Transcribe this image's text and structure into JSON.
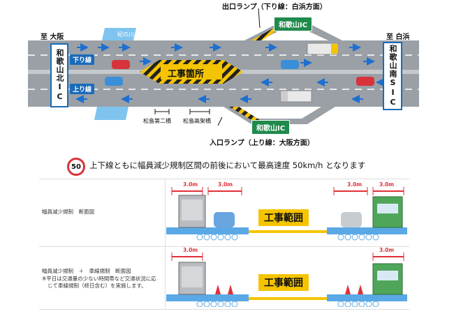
{
  "top": {
    "left_direction": "至 大阪",
    "right_direction": "至 白浜",
    "exit_ramp": "出口ランプ（下り線：白浜方面）",
    "entrance_ramp": "入口ランプ（上り線：大阪方面）",
    "river": "紀の川",
    "left_ic": "和歌山北IC",
    "right_ic": "和歌山南SIC",
    "ramp_ic_top": "和歌山IC",
    "ramp_ic_bottom": "和歌山IC",
    "down_line": "下り線",
    "up_line": "上り線",
    "construction": "工事箇所",
    "bridge1": "松島第二橋",
    "bridge2": "松島高架橋"
  },
  "speed": {
    "limit": "50",
    "note": "上下線ともに幅員減少規制区間の前後において最高速度 50km/h となります"
  },
  "section1": {
    "label": "幅員減少規制　断面図",
    "w1": "3.0m",
    "w2": "3.0m",
    "w3": "3.0m",
    "w4": "3.0m",
    "zone": "工事範囲"
  },
  "section2": {
    "label": "幅員減少規制　＋　車線規制　断面図",
    "note1": "※平日は交通量の少ない時間帯など交通状況に応",
    "note2": "じて車線規制（終日含む）を実施します。",
    "w1": "3.0m",
    "w2": "3.0m",
    "zone": "工事範囲"
  },
  "colors": {
    "road": "#9aa0a6",
    "lane_line": "#ffffff",
    "construction_yellow": "#f5c400",
    "arrow_blue": "#1e6fd0",
    "sign_blue": "#1a6bb8",
    "sign_green": "#1f8a4c",
    "dim_red": "#e0303a",
    "deck_blue": "#5aa9e6"
  }
}
